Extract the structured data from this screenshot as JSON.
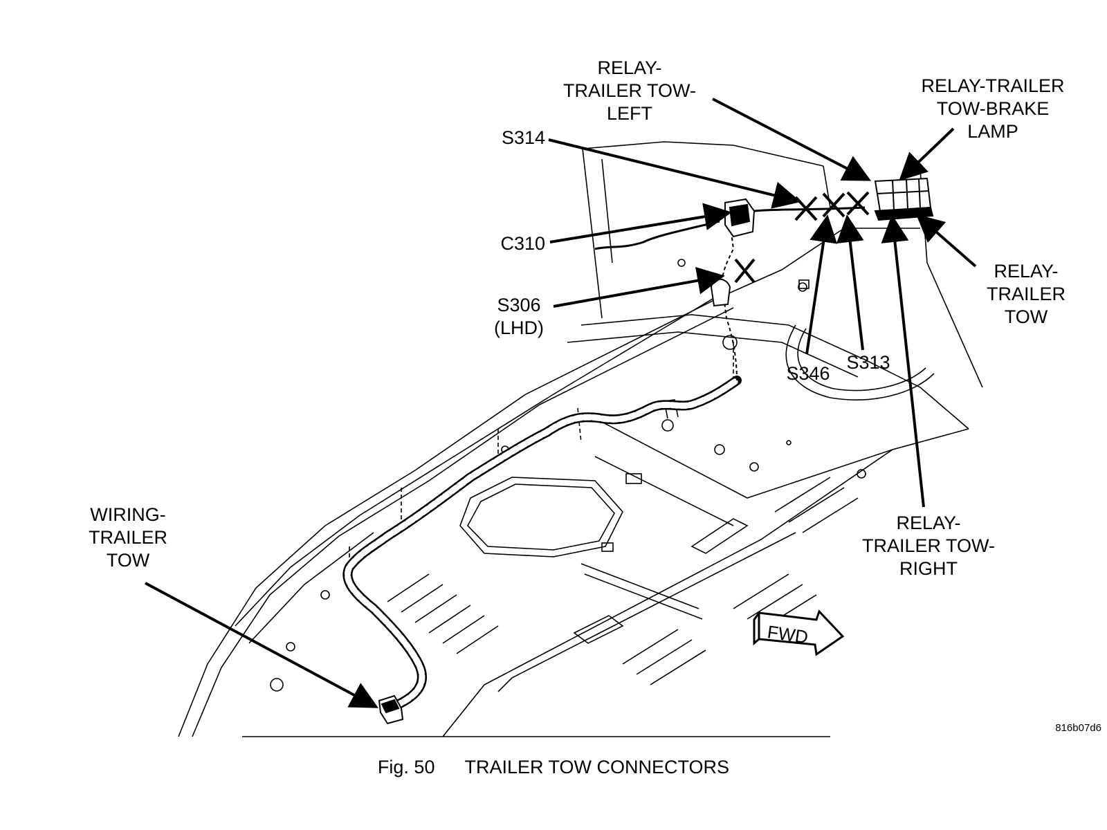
{
  "labels": {
    "relay_left": "RELAY-\nTRAILER TOW-\nLEFT",
    "relay_brake": "RELAY-TRAILER\nTOW-BRAKE\nLAMP",
    "s314": "S314",
    "c310": "C310",
    "s306": "S306\n(LHD)",
    "relay_tow": "RELAY-\nTRAILER\nTOW",
    "s346": "S346",
    "s313": "S313",
    "relay_right": "RELAY-\nTRAILER TOW-\nRIGHT",
    "wiring": "WIRING-\nTRAILER\nTOW",
    "fwd": "FWD"
  },
  "caption": {
    "figure": "Fig. 50",
    "title": "TRAILER TOW CONNECTORS"
  },
  "drawing_code": "816b07d6"
}
